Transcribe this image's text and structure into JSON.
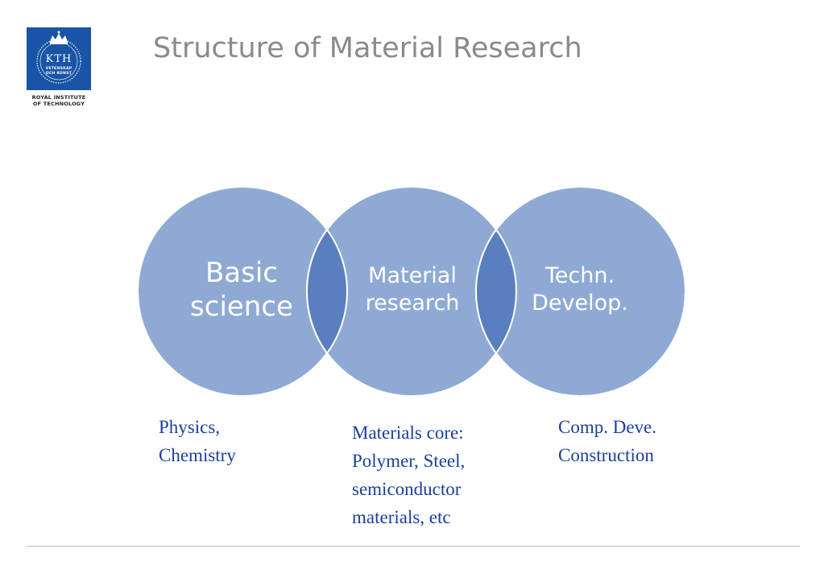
{
  "logo": {
    "wordmark": "KTH",
    "motto_line1": "VETENSKAP",
    "motto_line2": "OCH KONST",
    "caption_line1": "ROYAL INSTITUTE",
    "caption_line2": "OF TECHNOLOGY"
  },
  "title": "Structure of Material Research",
  "colors": {
    "circle_fill": "#8eaad4",
    "overlap_fill": "#5a7fbf",
    "logo_blue": "#1954a6",
    "note_text": "#1a3f9c",
    "title_text": "#8a8a8a"
  },
  "circles": [
    {
      "line1": "Basic",
      "line2": "science"
    },
    {
      "line1": "Material",
      "line2": "research"
    },
    {
      "line1": "Techn.",
      "line2": "Develop."
    }
  ],
  "notes": [
    {
      "lines": [
        "Physics,",
        "Chemistry"
      ]
    },
    {
      "lines": [
        "Materials core:",
        "Polymer, Steel,",
        "semiconductor",
        "materials, etc"
      ]
    },
    {
      "lines": [
        "Comp.  Deve.",
        "Construction"
      ]
    }
  ]
}
